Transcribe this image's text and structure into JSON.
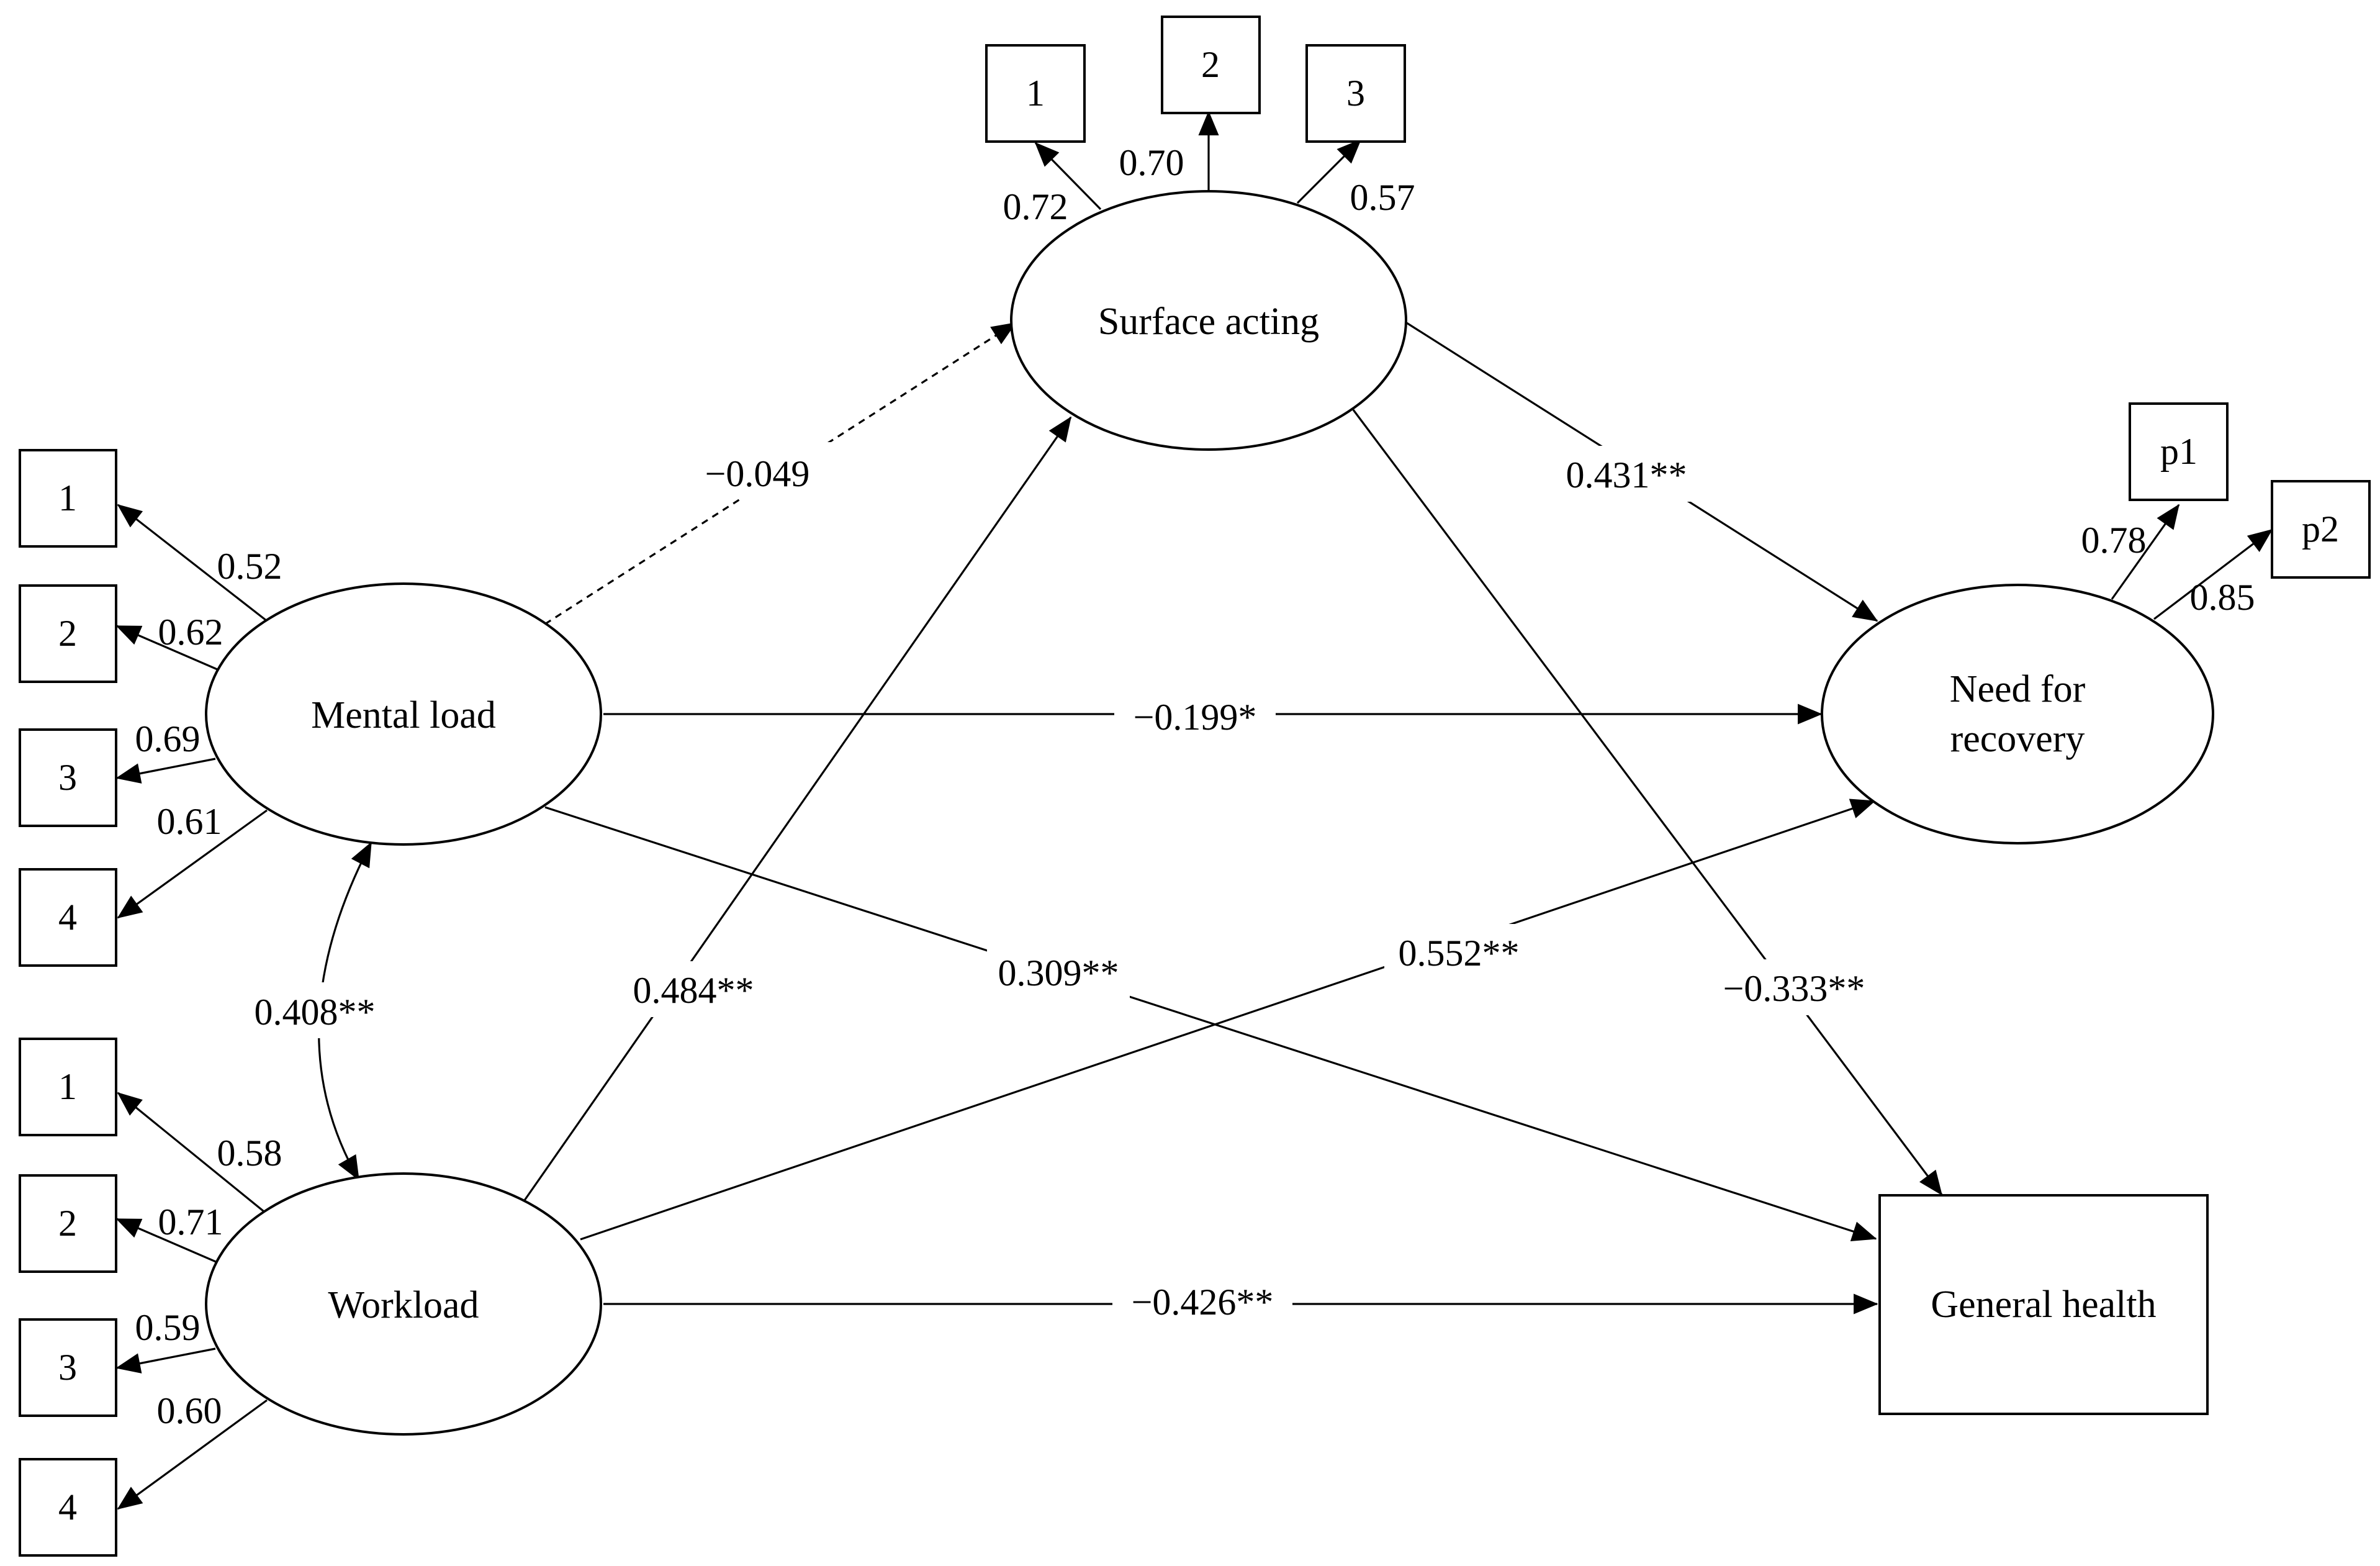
{
  "latent_variables": {
    "surface_acting": "Surface acting",
    "mental_load": "Mental load",
    "workload": "Workload",
    "need_for_recovery": [
      "Need for",
      "recovery"
    ]
  },
  "observed_variables": {
    "general_health": "General health"
  },
  "indicators": {
    "surface_acting": [
      {
        "label": "1",
        "loading": "0.72"
      },
      {
        "label": "2",
        "loading": "0.70"
      },
      {
        "label": "3",
        "loading": "0.57"
      }
    ],
    "mental_load": [
      {
        "label": "1",
        "loading": "0.52"
      },
      {
        "label": "2",
        "loading": "0.62"
      },
      {
        "label": "3",
        "loading": "0.69"
      },
      {
        "label": "4",
        "loading": "0.61"
      }
    ],
    "workload": [
      {
        "label": "1",
        "loading": "0.58"
      },
      {
        "label": "2",
        "loading": "0.71"
      },
      {
        "label": "3",
        "loading": "0.59"
      },
      {
        "label": "4",
        "loading": "0.60"
      }
    ],
    "need_for_recovery": [
      {
        "label": "p1",
        "loading": "0.78"
      },
      {
        "label": "p2",
        "loading": "0.85"
      }
    ]
  },
  "paths": {
    "mental_load_to_surface_acting": {
      "coefficient": "−0.049",
      "significant": false
    },
    "surface_acting_to_need_for_recovery": {
      "coefficient": "0.431**",
      "significant": true
    },
    "mental_load_to_need_for_recovery": {
      "coefficient": "−0.199*",
      "significant": true
    },
    "workload_to_surface_acting": {
      "coefficient": "0.484**",
      "significant": true
    },
    "mental_load_to_general_health": {
      "coefficient": "0.309**",
      "significant": true
    },
    "workload_to_need_for_recovery": {
      "coefficient": "0.552**",
      "significant": true
    },
    "surface_acting_to_general_health": {
      "coefficient": "−0.333**",
      "significant": true
    },
    "workload_to_general_health": {
      "coefficient": "−0.426**",
      "significant": true
    }
  },
  "correlations": {
    "mental_load_workload": "0.408**"
  }
}
